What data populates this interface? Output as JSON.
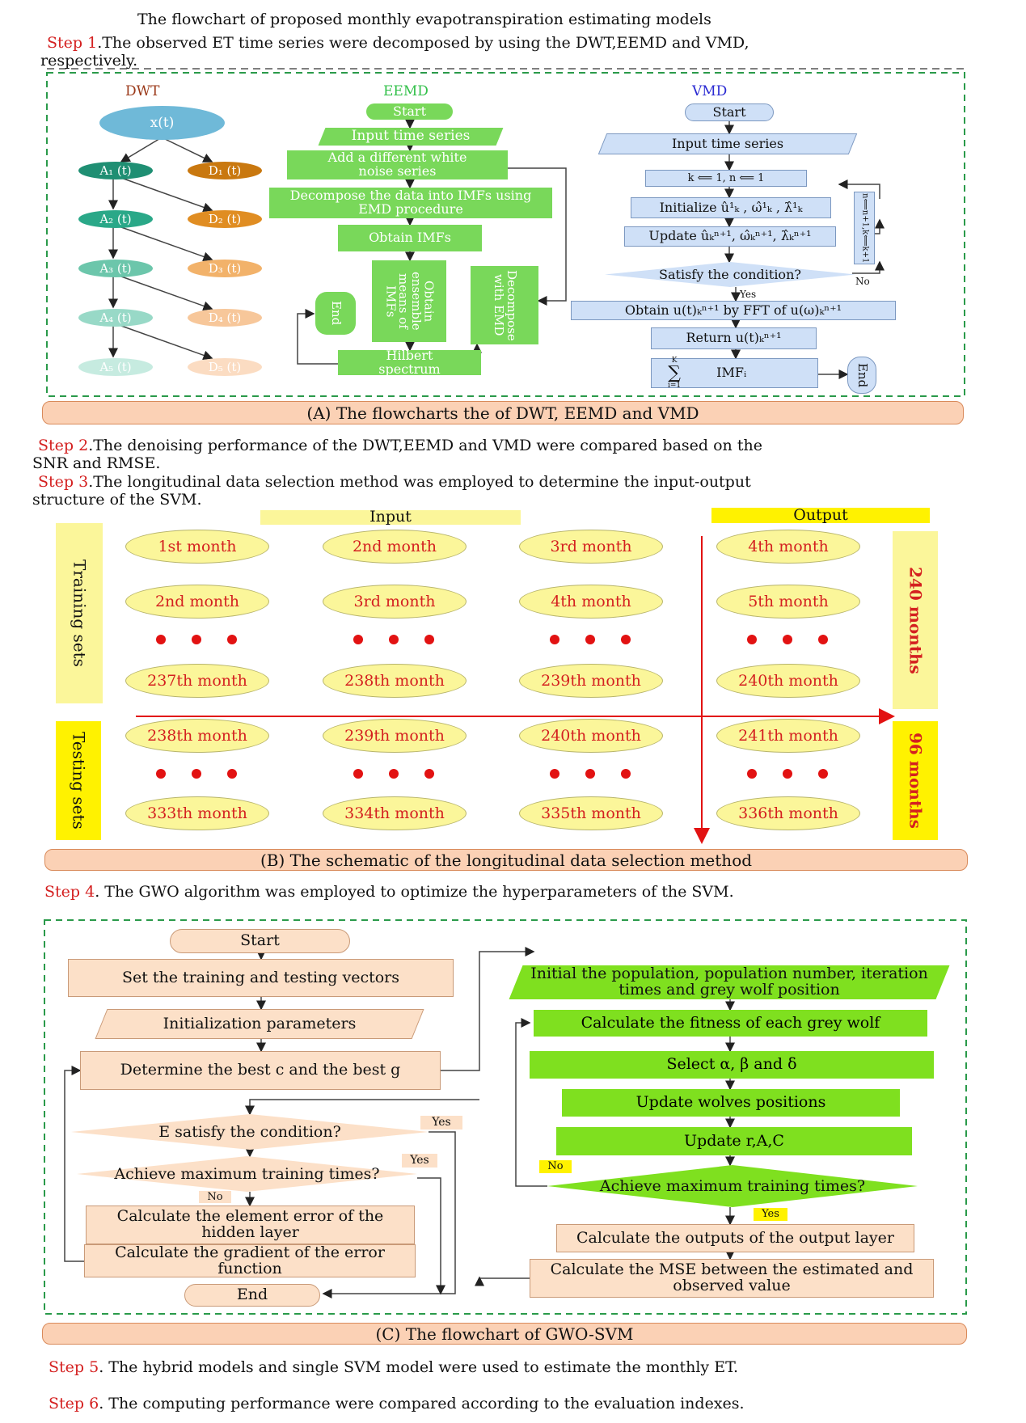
{
  "title": "The flowchart of  proposed monthly evapotranspiration estimating models",
  "steps": {
    "s1_label": "Step 1",
    "s1_text": ".The observed ET time series were decomposed by using the DWT,EEMD and VMD,",
    "s1_text2": "respectively.",
    "s2_label": "Step 2",
    "s2_text": ".The denoising performance of the DWT,EEMD and VMD were compared based on the",
    "s2_text2": "SNR and RMSE.",
    "s3_label": "Step 3",
    "s3_text": ".The  longitudinal data selection method was employed to determine the input-output",
    "s3_text2": "structure of the SVM.",
    "s4_label": "Step 4",
    "s4_text": ". The GWO algorithm was employed to optimize the hyperparameters of the SVM.",
    "s5_label": "Step 5",
    "s5_text": ". The hybrid models and single SVM model were used to estimate the monthly ET.",
    "s6_label": "Step 6",
    "s6_text": ". The computing performance were compared according to the evaluation indexes."
  },
  "panel_a": {
    "caption": "(A)     The  flowcharts the of DWT, EEMD and VMD",
    "dwt": {
      "title": "DWT",
      "root": "x(t)",
      "approx": [
        "A₁ (t)",
        "A₂ (t)",
        "A₃ (t)",
        "A₄ (t)",
        "A₅ (t)"
      ],
      "detail": [
        "D₁ (t)",
        "D₂ (t)",
        "D₃ (t)",
        "D₄ (t)",
        "D₅ (t)"
      ],
      "colors": {
        "approx": [
          "#1f8f73",
          "#2aa888",
          "#6cc6ab",
          "#98d9c7",
          "#c6ebe0"
        ],
        "detail": [
          "#c9780f",
          "#e08d22",
          "#f2b26a",
          "#f7c79a",
          "#fbdcc2"
        ]
      }
    },
    "eemd": {
      "title": "EEMD",
      "start": "Start",
      "input": "Input time series",
      "add_noise": "Add a different white noise series",
      "decompose": "Decompose the data into IMFs using EMD procedure",
      "obtain": "Obtain IMFs",
      "ensemble": "Obtain ensemble means of IMFs",
      "decompose_emd": "Decompose with EMD",
      "end": "End",
      "hilbert": "Hilbert spectrum"
    },
    "vmd": {
      "title": "VMD",
      "start": "Start",
      "input": "Input time series",
      "init_k": "k ⟸ 1, n ⟸ 1",
      "initialize": "Initialize  û¹ₖ , ω̂¹ₖ , λ̂¹ₖ",
      "update": "Update  ûₖⁿ⁺¹, ω̂ₖⁿ⁺¹, λ̂ₖⁿ⁺¹",
      "condition": "Satisfy the  condition?",
      "yes": "Yes",
      "no": "No",
      "obtain": "Obtain  u(t)ₖⁿ⁺¹  by FFT of u(ω)ₖⁿ⁺¹",
      "return": "Return   u(t)ₖⁿ⁺¹",
      "imfs": "IMFᵢ",
      "sum_top": "K",
      "sum_bot": "i=1",
      "end": "End",
      "side": "n⟸n+1,k⟸k+1"
    }
  },
  "panel_b": {
    "caption": "(B)     The schematic of the longitudinal data selection method",
    "input_label": "Input",
    "output_label": "Output",
    "training_label": "Training sets",
    "testing_label": "Testing sets",
    "training_count": "240 months",
    "testing_count": "96 months",
    "training_rows": [
      [
        "1st month",
        "2nd month",
        "3rd month",
        "4th month"
      ],
      [
        "2nd month",
        "3rd month",
        "4th month",
        "5th month"
      ],
      [
        "237th month",
        "238th month",
        "239th month",
        "240th month"
      ]
    ],
    "testing_rows": [
      [
        "238th month",
        "239th month",
        "240th month",
        "241th month"
      ],
      [
        "333th month",
        "334th month",
        "335th month",
        "336th month"
      ]
    ]
  },
  "panel_c": {
    "caption": "(C)     The  flowchart of GWO-SVM",
    "start": "Start",
    "set_vectors": "Set the training and  testing vectors",
    "init_params": "Initialization parameters",
    "best_cg": "Determine the best c and the best g",
    "e_condition": "E satisfy the  condition?",
    "achieve_left": "Achieve maximum training times?",
    "calc_element": "Calculate the element error of  the hidden layer",
    "calc_gradient": "Calculate the gradient of the error function",
    "end": "End",
    "yes1": "Yes",
    "yes2": "Yes",
    "no_left": "No",
    "init_population": "Initial the population, population number, iteration times and grey wolf position",
    "fitness": "Calculate the fitness of each grey wolf",
    "select": "Select  α,   β   and δ",
    "update_positions": "Update wolves positions",
    "update_rac": "Update  r,A,C",
    "achieve_right": "Achieve maximum training times?",
    "no_right": "No",
    "yes_right": "Yes",
    "calc_outputs": "Calculate the outputs of the output layer",
    "calc_mse": "Calculate the MSE  between the estimated and observed value"
  }
}
